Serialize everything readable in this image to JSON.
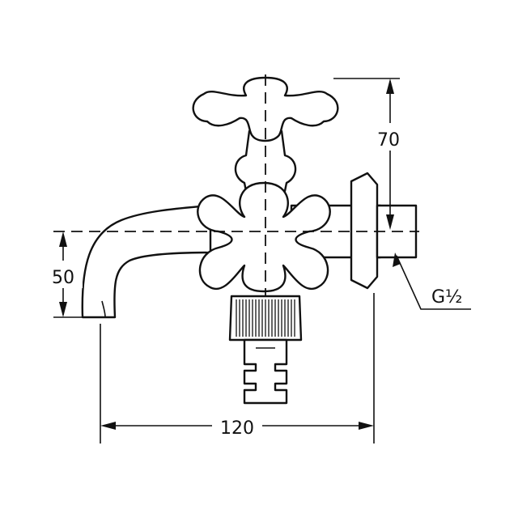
{
  "drawing": {
    "dimensions": {
      "height_top": "70",
      "height_outlet": "50",
      "width": "120",
      "thread": "G½"
    }
  }
}
